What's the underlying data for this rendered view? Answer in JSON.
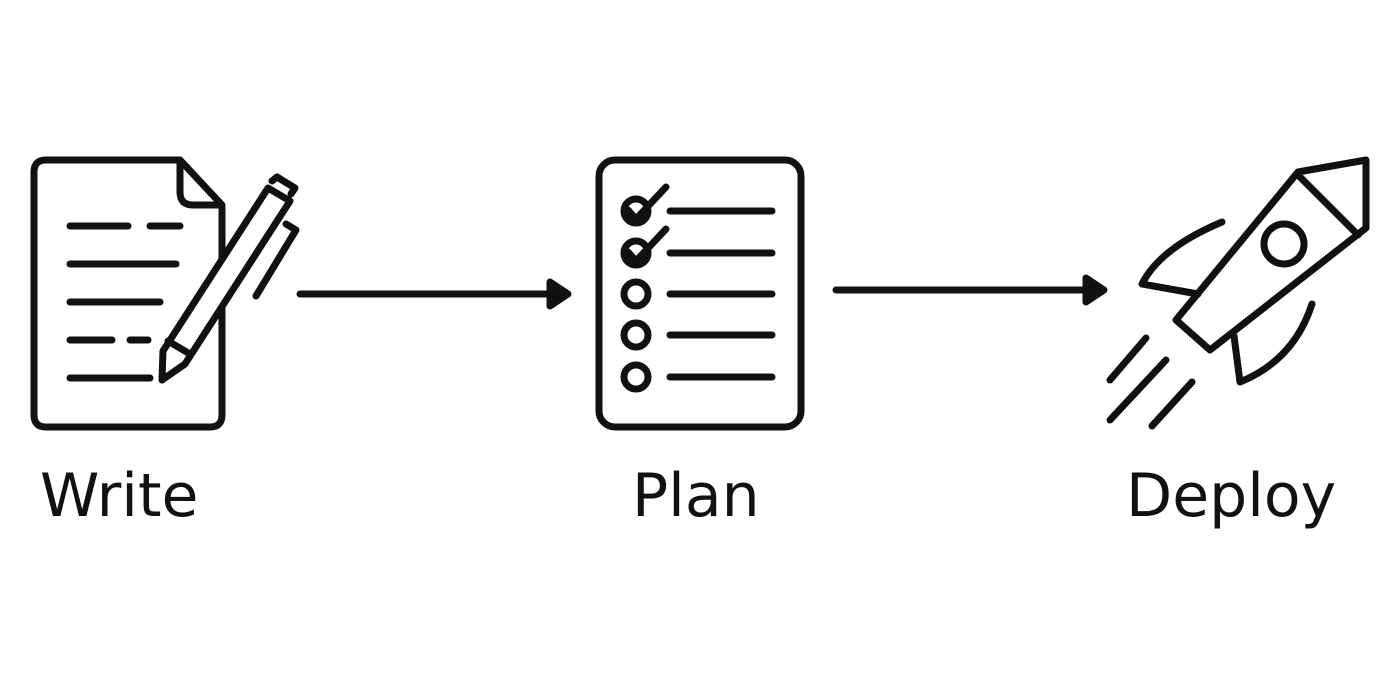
{
  "stages": [
    {
      "label": "Write",
      "icon": "document-pen-icon"
    },
    {
      "label": "Plan",
      "icon": "checklist-icon"
    },
    {
      "label": "Deploy",
      "icon": "rocket-icon"
    }
  ],
  "connectors": [
    {
      "from": "Write",
      "to": "Plan"
    },
    {
      "from": "Plan",
      "to": "Deploy"
    }
  ],
  "checklist": {
    "checked": 2,
    "total": 5
  },
  "colors": {
    "stroke": "#111111",
    "background": "#ffffff"
  }
}
